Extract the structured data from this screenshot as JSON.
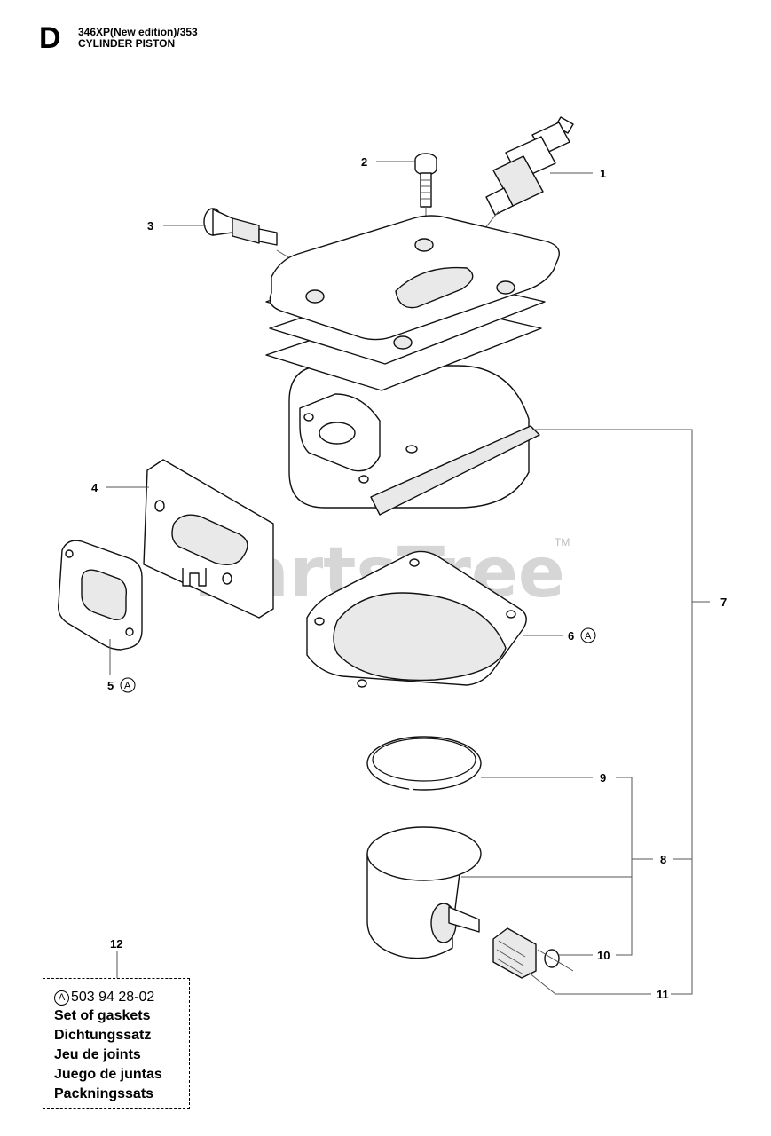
{
  "header": {
    "section": "D",
    "model": "346XP(New edition)/353",
    "assembly": "CYLINDER PISTON"
  },
  "watermark": {
    "text": "PartsTree",
    "tm": "TM"
  },
  "callouts": [
    {
      "key": "p1",
      "number": "1",
      "marker": ""
    },
    {
      "key": "p2",
      "number": "2",
      "marker": ""
    },
    {
      "key": "p3",
      "number": "3",
      "marker": ""
    },
    {
      "key": "p4",
      "number": "4",
      "marker": ""
    },
    {
      "key": "p5",
      "number": "5",
      "marker": "A"
    },
    {
      "key": "p6",
      "number": "6",
      "marker": "A"
    },
    {
      "key": "p7",
      "number": "7",
      "marker": ""
    },
    {
      "key": "p8",
      "number": "8",
      "marker": ""
    },
    {
      "key": "p9",
      "number": "9",
      "marker": ""
    },
    {
      "key": "p10",
      "number": "10",
      "marker": ""
    },
    {
      "key": "p11",
      "number": "11",
      "marker": ""
    },
    {
      "key": "p12",
      "number": "12",
      "marker": ""
    }
  ],
  "gasket_set": {
    "marker": "A",
    "part_number": "503 94 28-02",
    "names": [
      "Set of gaskets",
      "Dichtungssatz",
      "Jeu de joints",
      "Juego de juntas",
      "Packningssats"
    ]
  }
}
